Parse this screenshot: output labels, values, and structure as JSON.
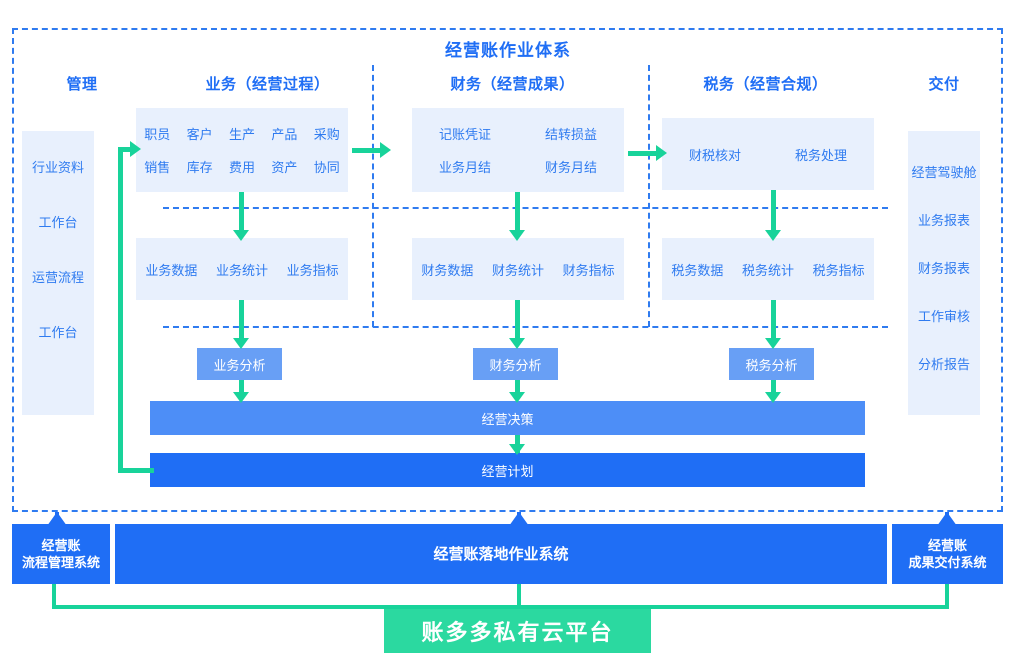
{
  "title": "经营账作业体系",
  "columns": [
    {
      "key": "manage",
      "label": "管理"
    },
    {
      "key": "business",
      "label": "业务（经营过程）"
    },
    {
      "key": "finance",
      "label": "财务（经营成果）"
    },
    {
      "key": "tax",
      "label": "税务（经营合规）"
    },
    {
      "key": "deliver",
      "label": "交付"
    }
  ],
  "manage_panel": {
    "items": [
      "行业资料",
      "工作台",
      "运营流程",
      "工作台"
    ]
  },
  "deliver_panel": {
    "items": [
      "经营驾驶舱",
      "业务报表",
      "财务报表",
      "工作审核",
      "分析报告"
    ]
  },
  "process_row": {
    "business": {
      "row1": [
        "职员",
        "客户",
        "生产",
        "产品",
        "采购"
      ],
      "row2": [
        "销售",
        "库存",
        "费用",
        "资产",
        "协同"
      ]
    },
    "finance": {
      "row1": [
        "记账凭证",
        "结转损益"
      ],
      "row2": [
        "业务月结",
        "财务月结"
      ]
    },
    "tax": {
      "row1": [
        "财税核对",
        "税务处理"
      ],
      "row2": []
    }
  },
  "data_row": {
    "business": [
      "业务数据",
      "业务统计",
      "业务指标"
    ],
    "finance": [
      "财务数据",
      "财务统计",
      "财务指标"
    ],
    "tax": [
      "税务数据",
      "税务统计",
      "税务指标"
    ]
  },
  "analysis_row": {
    "business": "业务分析",
    "finance": "财务分析",
    "tax": "税务分析"
  },
  "wide_bars": [
    {
      "label": "经营决策",
      "color": "#4d8ef7"
    },
    {
      "label": "经营计划",
      "color": "#1f6ef5"
    }
  ],
  "bottom": {
    "left_system": "经营账\n流程管理系统",
    "left_system_l1": "经营账",
    "left_system_l2": "流程管理系统",
    "center_system": "经营账落地作业系统",
    "right_system_l1": "经营账",
    "right_system_l2": "成果交付系统",
    "cloud": "账多多私有云平台"
  },
  "colors": {
    "primary_blue": "#1f6ef5",
    "light_blue_fill": "#e8f0fd",
    "mid_blue": "#689ff5",
    "green": "#18d39a",
    "teal": "#2bd9a0"
  }
}
